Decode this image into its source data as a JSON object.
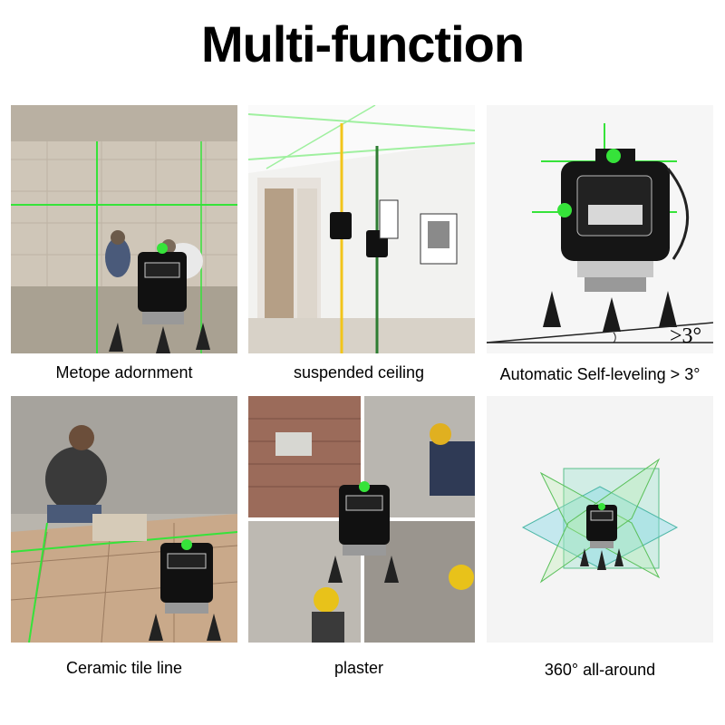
{
  "title": "Multi-function",
  "captions": {
    "metope": "Metope adornment",
    "ceiling": "suspended ceiling",
    "self_leveling": "Automatic Self-leveling > 3°",
    "ceramic": "Ceramic tile line",
    "plaster": "plaster",
    "all_around": "360° all-around"
  },
  "tilt_label": ">3°",
  "laser_color": "#36e33a"
}
